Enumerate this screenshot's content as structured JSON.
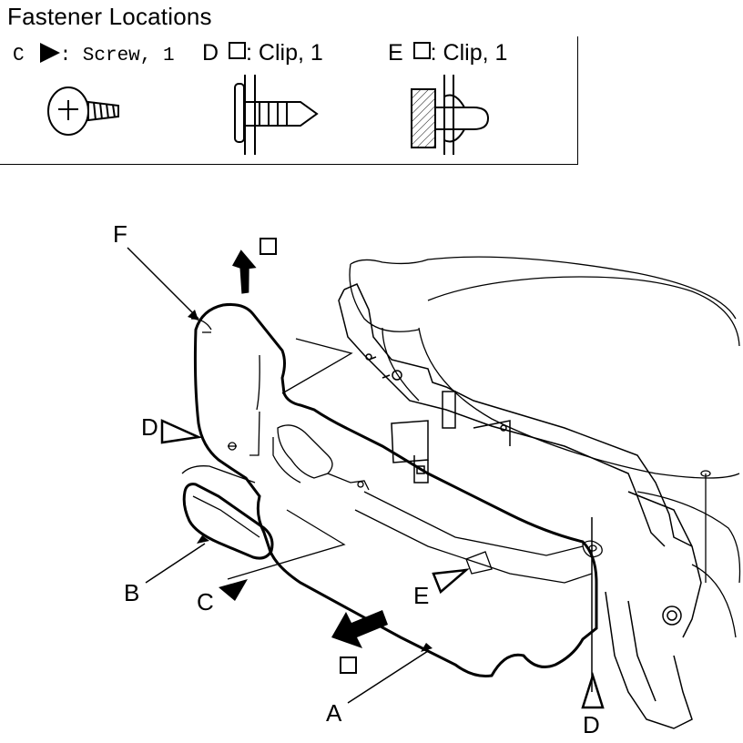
{
  "title": "Fastener Locations",
  "legend": {
    "c": {
      "letter": "C",
      "symbol": "filled-triangle-icon",
      "text": ": Screw, 1"
    },
    "d": {
      "letter": "D",
      "symbol": "square-icon",
      "text": ": Clip, 1"
    },
    "e": {
      "letter": "E",
      "symbol": "square-icon",
      "text": ": Clip, 1"
    }
  },
  "callouts": {
    "a": "A",
    "b": "B",
    "c": "C",
    "d1": "D",
    "d2": "D",
    "e": "E",
    "f": "F"
  }
}
